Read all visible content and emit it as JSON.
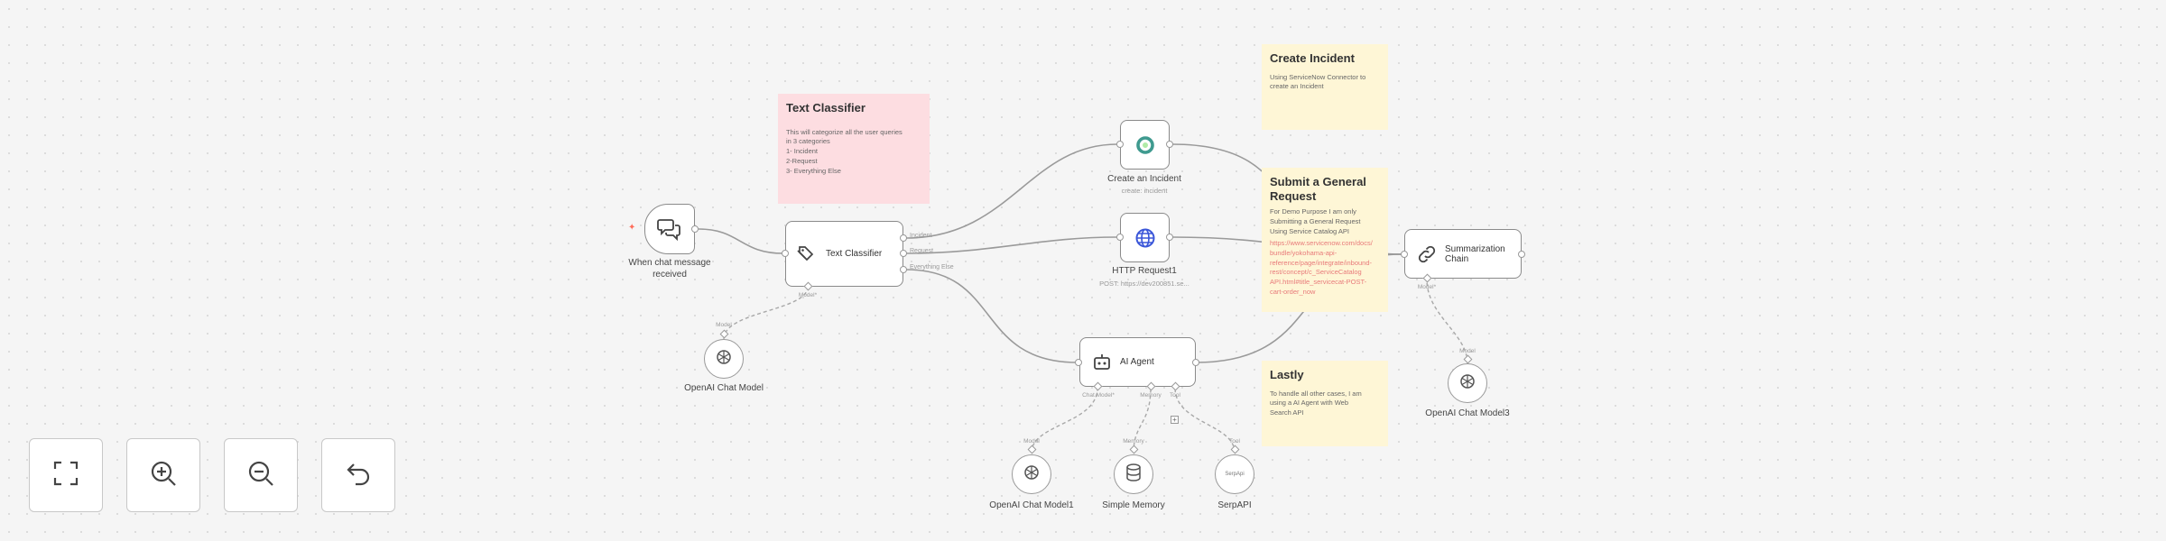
{
  "sticky_notes": {
    "text_classifier": {
      "title": "Text Classifier",
      "body": "This will categorize all the user queries\nin 3 categories\n1- Incident\n2-Request\n3- Everything Else"
    },
    "create_incident": {
      "title": "Create Incident",
      "body": "Using ServiceNow Connector to\ncreate an Incident"
    },
    "general_request": {
      "title": "Submit a General Request",
      "body": "For Demo Purpose I am only\nSubmitting a General Request\nUsing Service Catalog API",
      "links": "https://www.servicenow.com/docs/\nbundle/yokohama-api-\nreference/page/integrate/inbound-\nrest/concept/c_ServiceCatalog\nAPI.html#title_servicecat-POST-\ncart-order_now"
    },
    "lastly": {
      "title": "Lastly",
      "body": "To handle all other cases, I am\nusing a AI Agent with Web\nSearch API"
    }
  },
  "nodes": {
    "chat_trigger": {
      "label": "When chat message\nreceived"
    },
    "text_classifier": {
      "label": "Text Classifier",
      "outputs": [
        "Incident",
        "Request",
        "Everything Else"
      ],
      "input_label": "Model*"
    },
    "servicenow": {
      "label": "Create an Incident",
      "sublabel": "create: incident"
    },
    "http_request": {
      "label": "HTTP Request1",
      "sublabel": "POST: https://dev200851.se..."
    },
    "ai_agent": {
      "label": "AI Agent",
      "inputs": [
        "Chat Model*",
        "Memory",
        "Tool"
      ]
    },
    "summarization_chain": {
      "label": "Summarization\nChain",
      "input_label": "Model*"
    },
    "openai_model_1": {
      "label": "OpenAI Chat Model",
      "port_label": "Model"
    },
    "openai_model_2": {
      "label": "OpenAI Chat Model1",
      "port_label": "Model"
    },
    "simple_memory": {
      "label": "Simple Memory",
      "port_label": "Memory"
    },
    "serpapi": {
      "label": "SerpAPI",
      "port_label": "Tool",
      "icon_text": "SerpApi"
    },
    "openai_model_3": {
      "label": "OpenAI Chat Model3",
      "port_label": "Model"
    }
  },
  "controls": [
    {
      "name": "fit-view-button",
      "icon": "fit-view-icon"
    },
    {
      "name": "zoom-in-button",
      "icon": "zoom-in-icon"
    },
    {
      "name": "zoom-out-button",
      "icon": "zoom-out-icon"
    },
    {
      "name": "reset-zoom-button",
      "icon": "undo-icon"
    }
  ],
  "colors": {
    "sticky_pink": "#fddde1",
    "sticky_yellow": "#fef6d6",
    "link_red": "#e87a7a",
    "servicenow_green": "#62d84e",
    "http_blue": "#3b57d9",
    "trigger_marker": "#ff6d5a"
  }
}
